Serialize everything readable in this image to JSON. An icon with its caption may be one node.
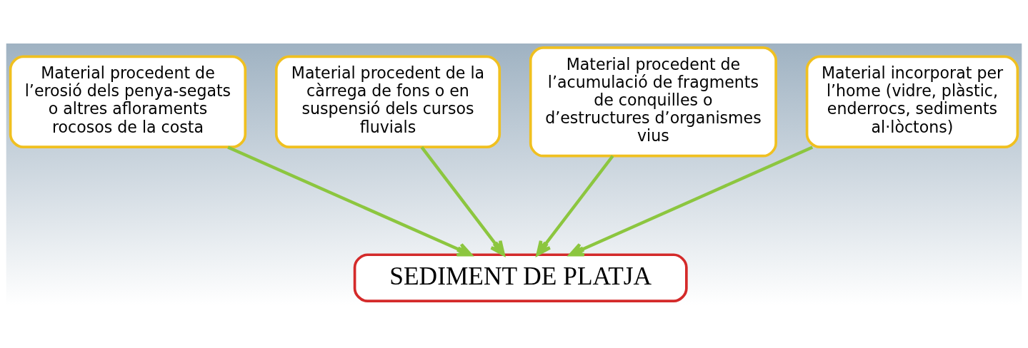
{
  "diagram": {
    "nodes": [
      {
        "text": [
          "Material procedent de l’erosió dels penya-segats o altres afloraments rocosos de la costa"
        ]
      },
      {
        "text": [
          "Material procedent de la càrrega de fons o en suspensió dels cursos fluvials"
        ]
      },
      {
        "text": [
          "Material procedent de l’acumulació de fragments de conquilles o d’estructures d’organismes vius"
        ]
      },
      {
        "text": [
          "Material incorporat per l’home (vidre, plàstic, enderrocs, sediments al·lòctons)"
        ]
      },
      {
        "text": [
          "SEDIMENT DE PLATJA"
        ]
      }
    ],
    "edges": [
      {
        "from": 0,
        "to": 4,
        "arrow": "to"
      },
      {
        "from": 1,
        "to": 4,
        "arrow": "to"
      },
      {
        "from": 2,
        "to": 4,
        "arrow": "to"
      },
      {
        "from": 3,
        "to": 4,
        "arrow": "to"
      }
    ]
  }
}
